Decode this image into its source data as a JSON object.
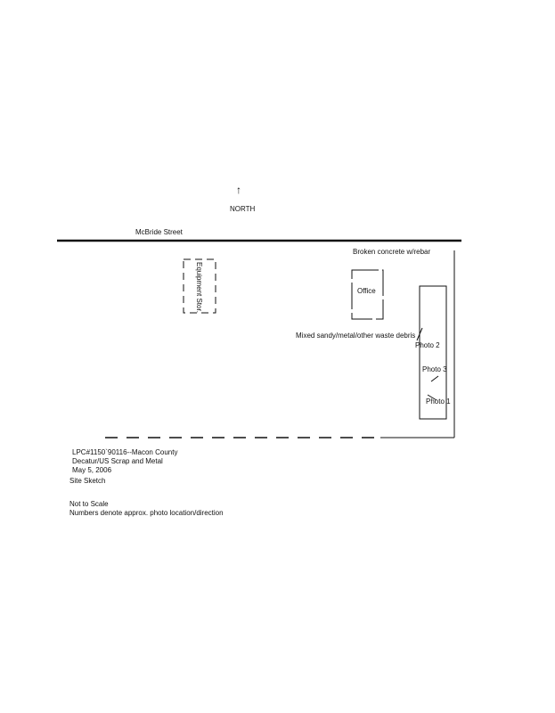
{
  "north": {
    "arrow_glyph": "↑",
    "label": "NORTH"
  },
  "street_label": "McBride Street",
  "labels": {
    "broken_concrete": "Broken concrete w/rebar",
    "office": "Office",
    "mixed_debris": "Mixed sandy/metal/other waste debris",
    "equipment_storage": "Equipment Stor."
  },
  "photos": [
    {
      "label": "Photo 1"
    },
    {
      "label": "Photo 2"
    },
    {
      "label": "Photo 3"
    }
  ],
  "footer": {
    "line1": "LPC#1150`90116--Macon County",
    "line2": "Decatur/US Scrap and Metal",
    "line3": "May 5, 2006",
    "line4": "Site Sketch",
    "line5": "Not to Scale",
    "line6": "Numbers denote approx. photo location/direction"
  },
  "colors": {
    "ink": "#111111",
    "paper": "#ffffff"
  }
}
